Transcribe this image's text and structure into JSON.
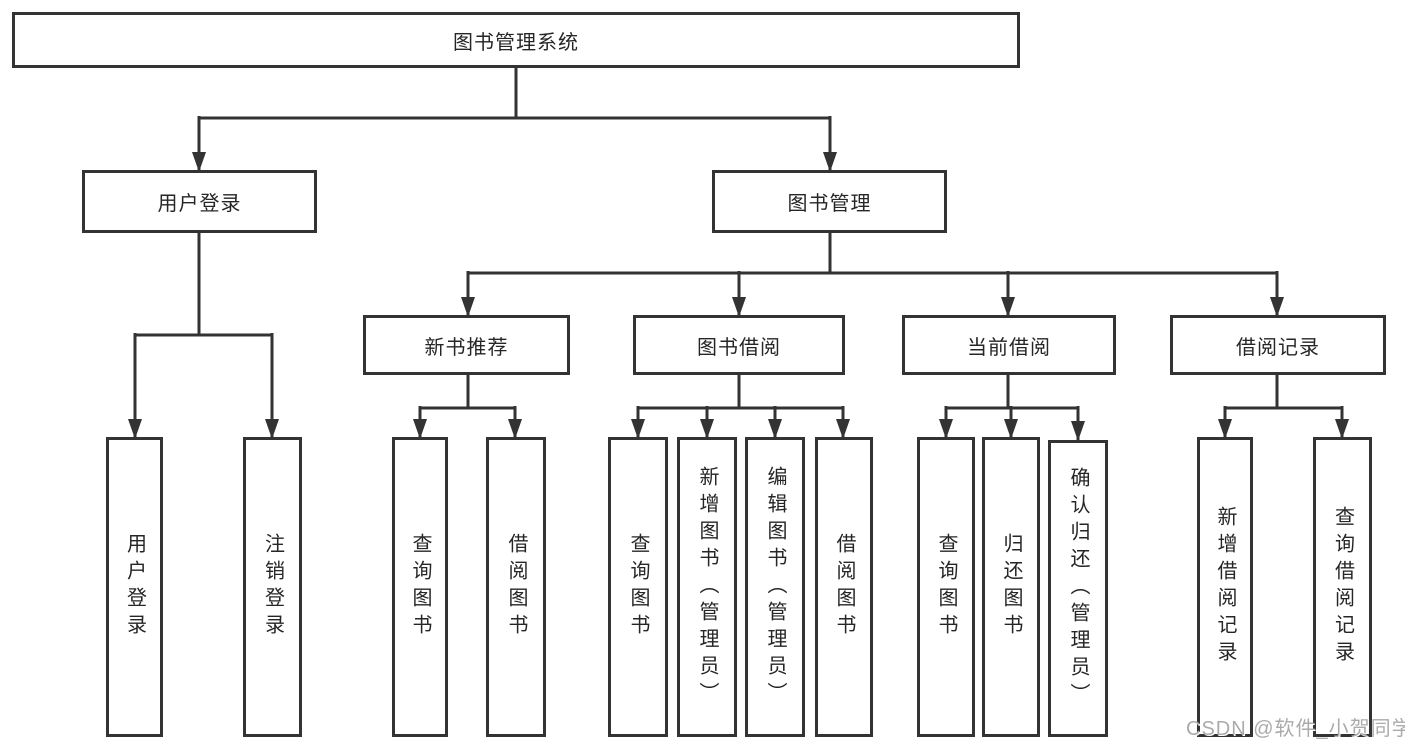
{
  "watermark": "CSDN @软件_小贺同学",
  "colors": {
    "line": "#333333",
    "text": "#262626",
    "background": "#ffffff",
    "watermark": "#ababab"
  },
  "tree": {
    "label": "图书管理系统",
    "children": [
      {
        "label": "用户登录",
        "children": [
          {
            "label": "用户登录"
          },
          {
            "label": "注销登录"
          }
        ]
      },
      {
        "label": "图书管理",
        "children": [
          {
            "label": "新书推荐",
            "children": [
              {
                "label": "查询图书"
              },
              {
                "label": "借阅图书"
              }
            ]
          },
          {
            "label": "图书借阅",
            "children": [
              {
                "label": "查询图书"
              },
              {
                "label": "新增图书（管理员）"
              },
              {
                "label": "编辑图书（管理员）"
              },
              {
                "label": "借阅图书"
              }
            ]
          },
          {
            "label": "当前借阅",
            "children": [
              {
                "label": "查询图书"
              },
              {
                "label": "归还图书"
              },
              {
                "label": "确认归还（管理员）"
              }
            ]
          },
          {
            "label": "借阅记录",
            "children": [
              {
                "label": "新增借阅记录"
              },
              {
                "label": "查询借阅记录"
              }
            ]
          }
        ]
      }
    ]
  }
}
